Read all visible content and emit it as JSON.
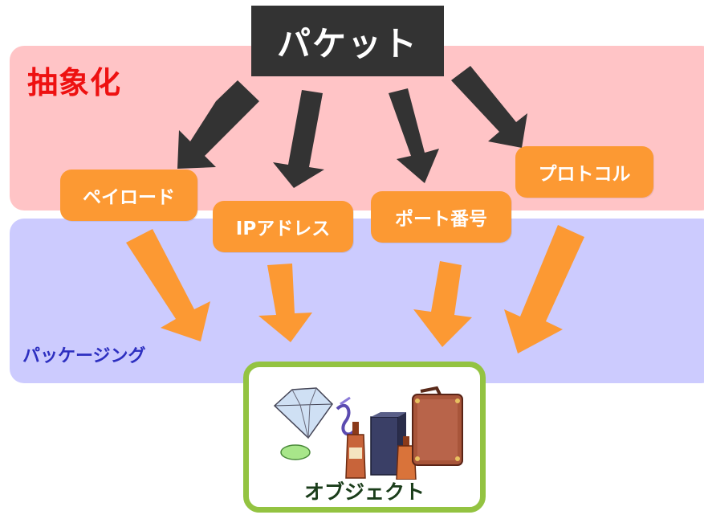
{
  "diagram": {
    "root_node": "パケット",
    "layers": {
      "abstraction": "抽象化",
      "packaging": "パッケージング"
    },
    "components": [
      {
        "id": "payload",
        "label": "ペイロード"
      },
      {
        "id": "ip",
        "label": "IPアドレス"
      },
      {
        "id": "port",
        "label": "ポート番号"
      },
      {
        "id": "protocol",
        "label": "プロトコル"
      }
    ],
    "target_node": "オブジェクト",
    "edges": [
      {
        "from": "パケット",
        "to": "ペイロード"
      },
      {
        "from": "パケット",
        "to": "IPアドレス"
      },
      {
        "from": "パケット",
        "to": "ポート番号"
      },
      {
        "from": "パケット",
        "to": "プロトコル"
      },
      {
        "from": "ペイロード",
        "to": "オブジェクト"
      },
      {
        "from": "IPアドレス",
        "to": "オブジェクト"
      },
      {
        "from": "ポート番号",
        "to": "オブジェクト"
      },
      {
        "from": "プロトコル",
        "to": "オブジェクト"
      }
    ],
    "colors": {
      "abstraction_band": "#ffc4c6",
      "packaging_band": "#cccbfe",
      "abstraction_text": "#ee1111",
      "packaging_text": "#2d2fc0",
      "root_box": "#333333",
      "component_pill": "#fc9933",
      "arrow_dark": "#333333",
      "arrow_orange": "#fc9933",
      "object_border": "#93c341"
    },
    "object_illustration_items": [
      "diamond-icon",
      "ribbon-icon",
      "green-gem-icon",
      "bottle-icon",
      "box-icon",
      "bottle-icon",
      "suitcase-icon"
    ]
  }
}
